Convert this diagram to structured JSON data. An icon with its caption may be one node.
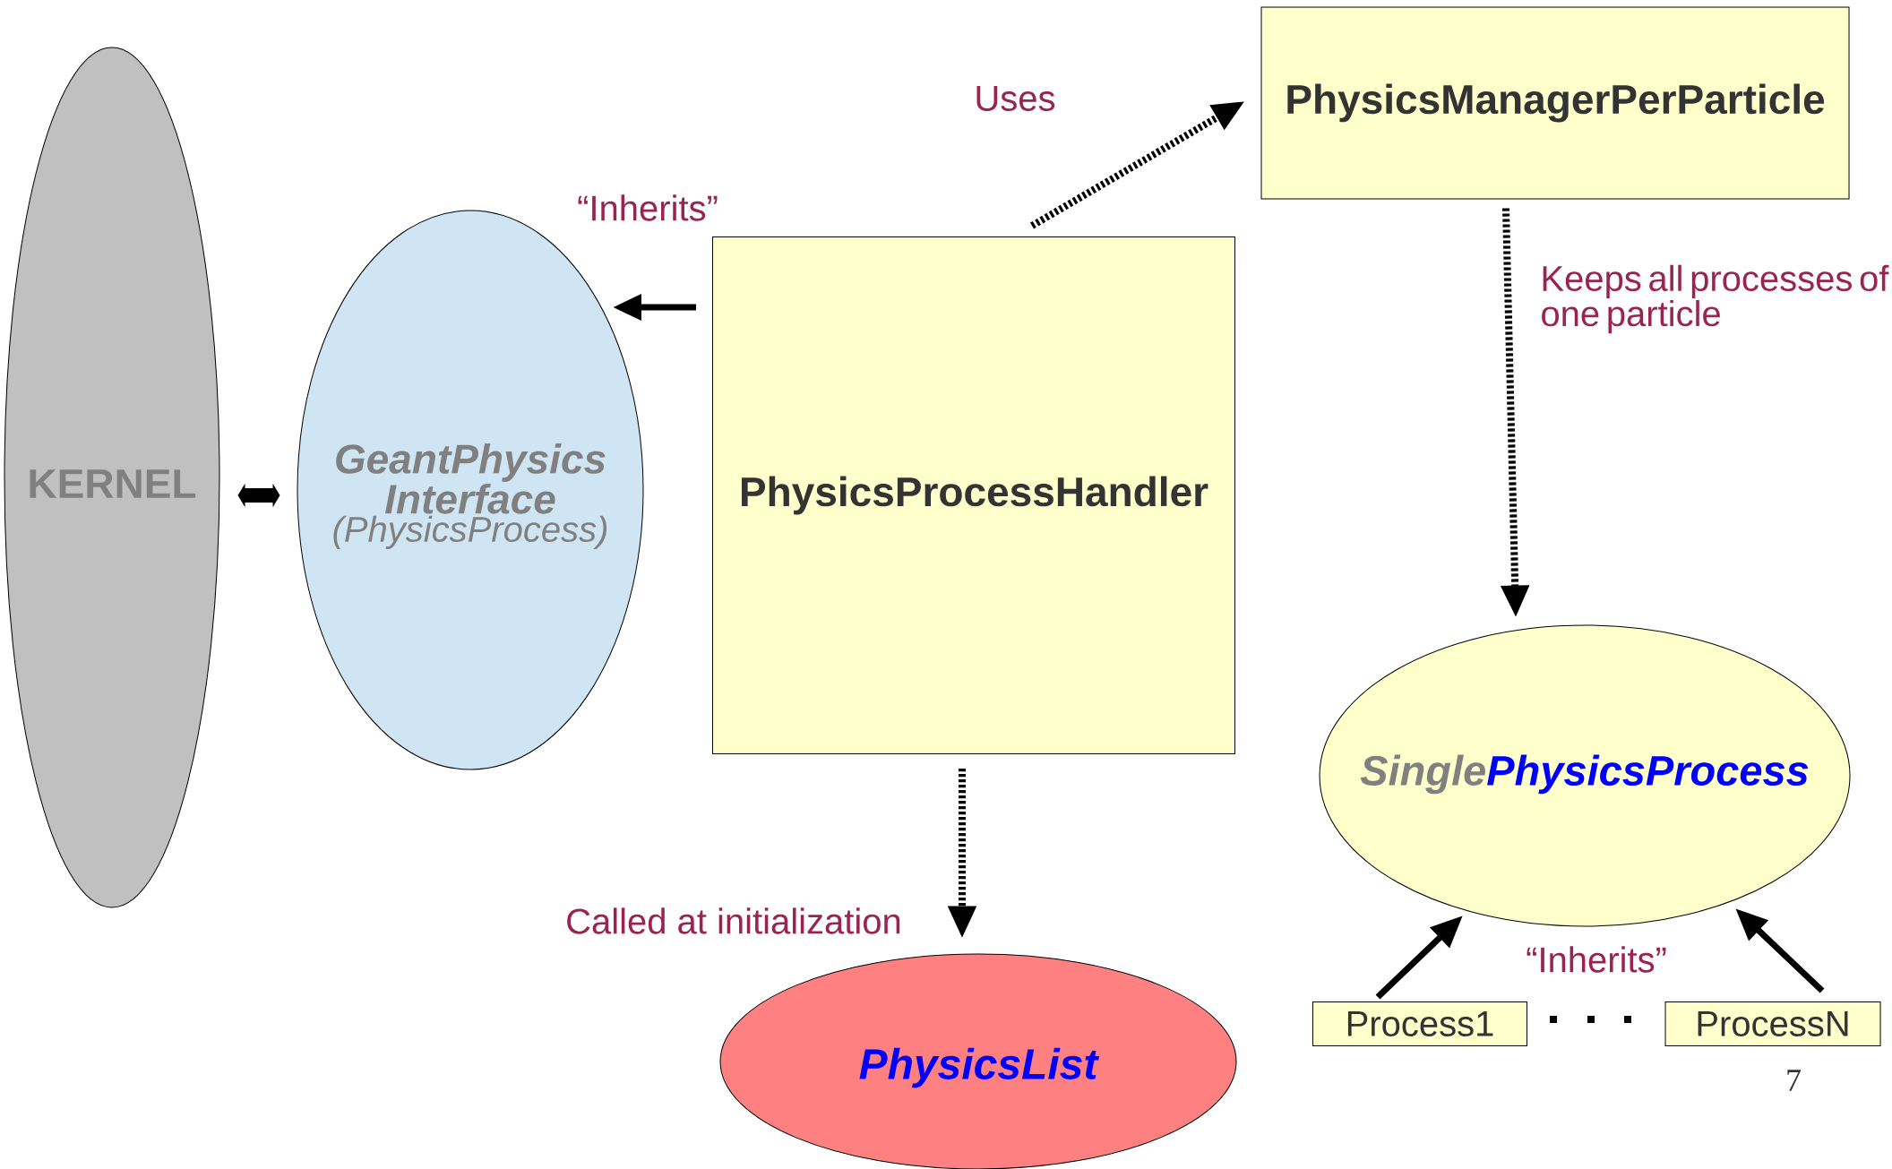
{
  "diagram": {
    "nodes": [
      {
        "text": [
          "KERNEL"
        ]
      },
      {
        "text": [
          "GeantPhysics Interface",
          "(PhysicsProcess)"
        ]
      },
      {
        "text": [
          "PhysicsProcessHandler"
        ]
      },
      {
        "text": [
          "PhysicsManagerPerParticle"
        ]
      },
      {
        "text": [
          "Single",
          "PhysicsProcess"
        ]
      },
      {
        "text": [
          "PhysicsList"
        ]
      },
      {
        "text": [
          "Process1"
        ]
      },
      {
        "text": [
          "ProcessN"
        ]
      }
    ],
    "edges": [
      {
        "from": 0,
        "to": 1,
        "arrow": "both",
        "style": "thick"
      },
      {
        "from": 2,
        "to": 1,
        "arrow": "to",
        "label": "“Inherits”"
      },
      {
        "from": 2,
        "to": 3,
        "arrow": "to",
        "label": "Uses",
        "style": "dashed"
      },
      {
        "from": 3,
        "to": 4,
        "arrow": "to",
        "label": "Keeps all processes of one particle",
        "style": "dashed"
      },
      {
        "from": 2,
        "to": 5,
        "arrow": "to",
        "label": "Called at initialization",
        "style": "dashed"
      },
      {
        "from": 6,
        "to": 4,
        "arrow": "to"
      },
      {
        "from": 7,
        "to": 4,
        "arrow": "to"
      }
    ],
    "labels": [
      "“Inherits”",
      "7"
    ]
  }
}
